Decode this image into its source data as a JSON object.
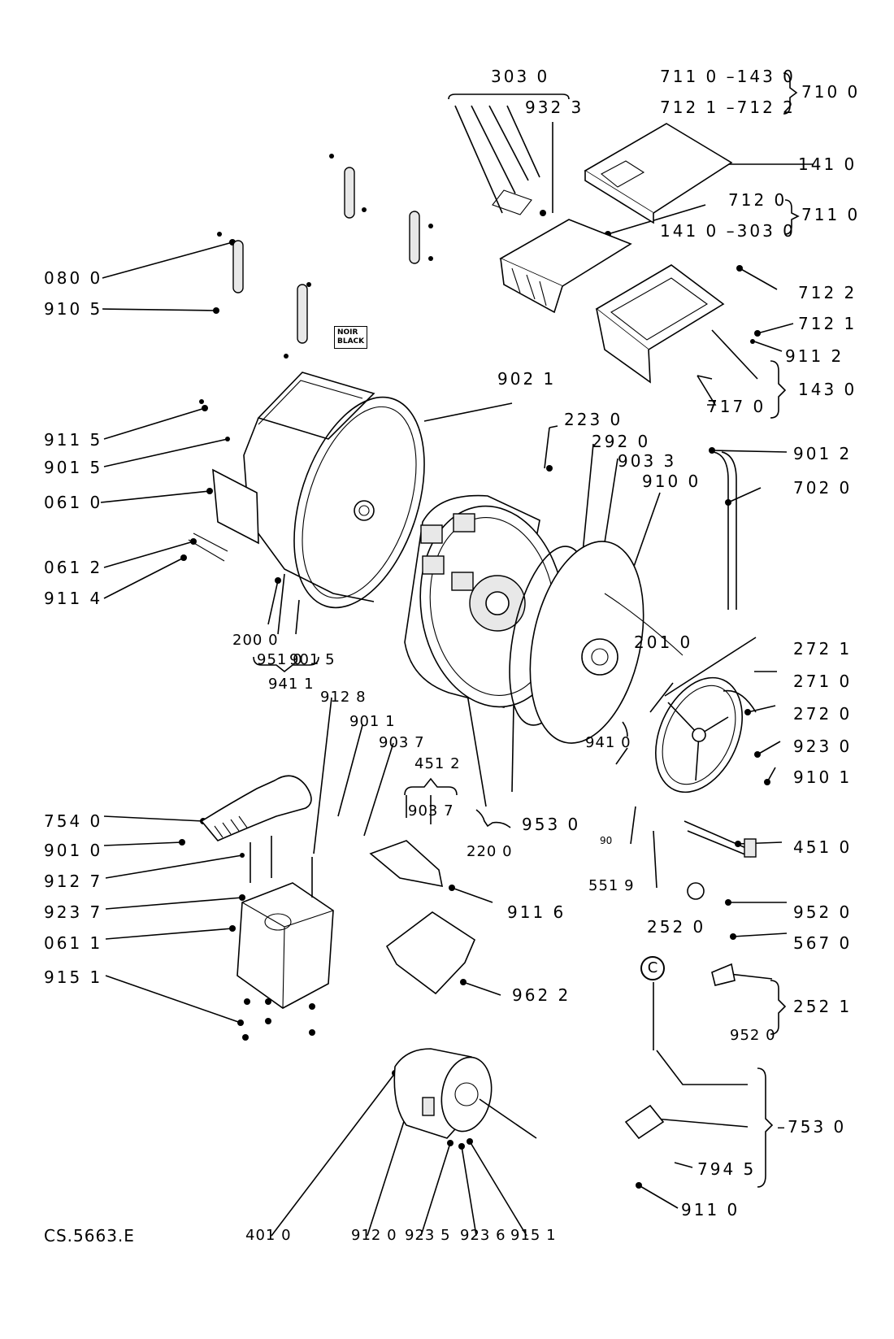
{
  "drawing_code": "CS.5663.E",
  "tag": {
    "line1": "NOIR",
    "line2": "BLACK"
  },
  "circle_marker": "C",
  "labels": {
    "l_3030": "303 0",
    "l_9323": "932 3",
    "l_7110_1430": "711 0 –143 0",
    "l_7121_7122": "712 1 –712 2",
    "l_7100": "710 0",
    "l_1410a": "141 0",
    "l_7120": "712 0",
    "l_7110": "711 0",
    "l_1410_3030": "141 0 –303 0",
    "l_7122": "712 2",
    "l_7121": "712 1",
    "l_9112": "911 2",
    "l_1430": "143 0",
    "l_7170": "717 0",
    "l_0800": "080 0",
    "l_9105": "910 5",
    "l_9021": "902 1",
    "l_9115": "911 5",
    "l_9015a": "901 5",
    "l_0610": "061 0",
    "l_0612": "061 2",
    "l_9114": "911 4",
    "l_2230": "223 0",
    "l_2920": "292 0",
    "l_9033": "903 3",
    "l_9100": "910 0",
    "l_9012": "901 2",
    "l_7020": "702 0",
    "l_2000": "200 0",
    "l_9510": "951 0",
    "l_9015b": "901 5",
    "l_9411": "941 1",
    "l_2010": "201 0",
    "l_2721": "272 1",
    "l_2710": "271 0",
    "l_2720": "272 0",
    "l_9410": "941 0",
    "l_9230": "923 0",
    "l_9101": "910 1",
    "l_9128": "912 8",
    "l_9011": "901 1",
    "l_9037a": "903 7",
    "l_4512": "451 2",
    "l_9037b": "903 7",
    "l_9530": "953 0",
    "l_2200": "220 0",
    "l_5519": "551 9",
    "l_90": "90",
    "l_2520": "252 0",
    "l_4510": "451 0",
    "l_7540": "754 0",
    "l_9010": "901 0",
    "l_9127": "912 7",
    "l_9237": "923 7",
    "l_0611": "061 1",
    "l_9151a": "915 1",
    "l_9116": "911 6",
    "l_9520a": "952 0",
    "l_5670": "567 0",
    "l_9520b": "952 0",
    "l_2521": "252 1",
    "l_9622": "962 2",
    "l_7530": "–753 0",
    "l_7945": "794 5",
    "l_9110": "911 0",
    "l_4010": "401 0",
    "l_9120": "912 0",
    "l_9235": "923 5",
    "l_9236": "923 6",
    "l_9151b": "915 1"
  }
}
